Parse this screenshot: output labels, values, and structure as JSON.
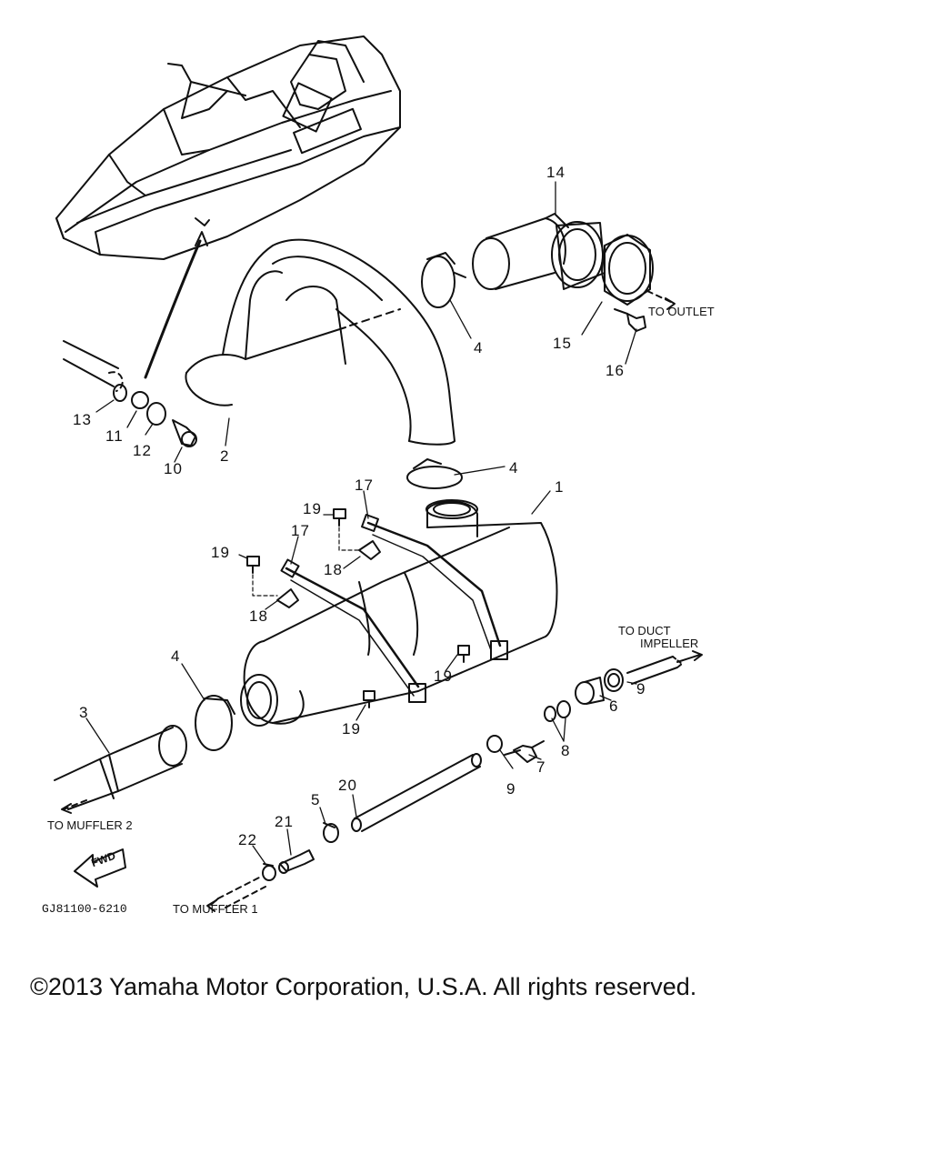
{
  "diagram": {
    "part_numbers": [
      "1",
      "2",
      "3",
      "4",
      "4",
      "4",
      "5",
      "6",
      "7",
      "8",
      "9",
      "9",
      "10",
      "11",
      "12",
      "13",
      "14",
      "15",
      "16",
      "17",
      "17",
      "18",
      "18",
      "19",
      "19",
      "19",
      "19",
      "20",
      "21",
      "22"
    ],
    "notes": {
      "to_outlet": "TO OUTLET",
      "to_duct": "TO DUCT",
      "impeller": "IMPELLER",
      "to_muffler_2": "TO MUFFLER 2",
      "to_muffler_1": "TO MUFFLER 1",
      "fwd": "FWD"
    },
    "drawing_code": "GJ81100-6210"
  },
  "footer": {
    "copyright": "©2013 Yamaha Motor Corporation, U.S.A. All rights reserved."
  }
}
